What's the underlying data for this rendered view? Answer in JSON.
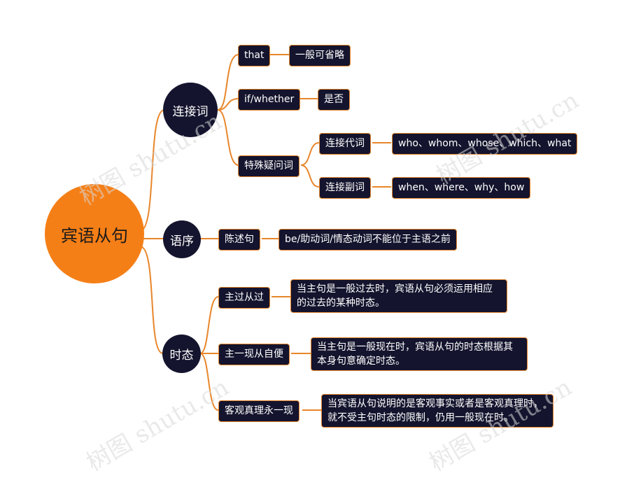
{
  "root": "宾语从句",
  "branches": {
    "connective": {
      "label": "连接词",
      "that": "that",
      "that_note": "一般可省略",
      "ifwhether": "if/whether",
      "ifwhether_note": "是否",
      "special": "特殊疑问词",
      "pronoun": "连接代词",
      "pronoun_list": "who、whom、whose、which、what",
      "adverb": "连接副词",
      "adverb_list": "when、where、why、how"
    },
    "order": {
      "label": "语序",
      "statement": "陈述句",
      "statement_note": "be/助动词/情态动词不能位于主语之前"
    },
    "tense": {
      "label": "时态",
      "past": "主过从过",
      "past_note": "当主句是一般过去时，宾语从句必须运用相应的过去的某种时态。",
      "present": "主一现从自便",
      "present_note": "当主句是一般现在时，宾语从句的时态根据其本身句意确定时态。",
      "truth": "客观真理永一现",
      "truth_note": "当宾语从句说明的是客观事实或者是客观真理时，就不受主句时态的限制，仍用一般现在时。"
    }
  },
  "watermark": "树图 shutu.cn",
  "colors": {
    "root": "#f57f17",
    "node": "#14142e",
    "line": "#e8862a"
  }
}
